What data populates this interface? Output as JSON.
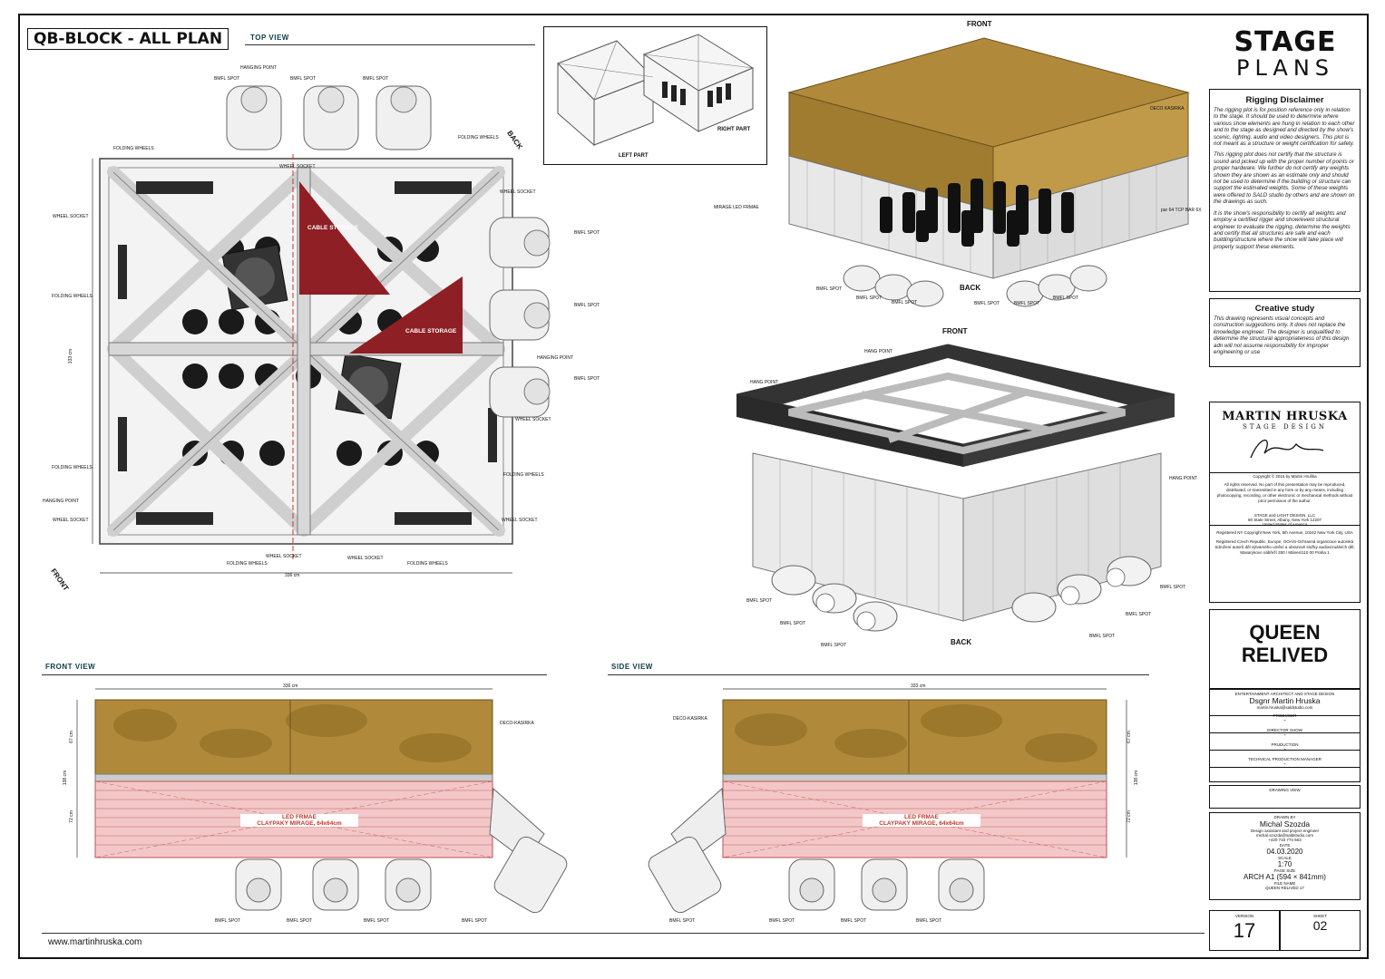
{
  "title": "QB-BLOCK - ALL PLAN",
  "views": {
    "top": "TOP VIEW",
    "front": "FRONT VIEW",
    "side": "SIDE VIEW"
  },
  "top_view_labels": {
    "bmfl_spot": "BMFL SPOT",
    "hanging_point": "HANGING POINT",
    "folding_wheels": "FOLDING WHEELS",
    "wheel_socket": "WHEEL SOCKET",
    "cable_storage": "CABLE STORAGE",
    "back": "BACK",
    "front": "FRONT",
    "dim_width": "336 cm",
    "dim_height": "333 cm"
  },
  "inset": {
    "left_part": "LEFT PART",
    "right_part": "RIGHT PART"
  },
  "iso_top": {
    "front": "FRONT",
    "back": "BACK",
    "deco_kasirka": "DECO KASIRKA",
    "mirage": "MIRAGE LED FRMAE",
    "par": "par 64 TCP BAR 6X",
    "bmfl": "BMFL SPOT"
  },
  "iso_bottom": {
    "front": "FRONT",
    "back": "BACK",
    "hang_point": "HANG POINT",
    "bmfl": "BMFL SPOT"
  },
  "elevations": {
    "dim_front": "336 cm",
    "dim_side": "333 cm",
    "deco": "DECO-KASIRKA",
    "led_line1": "LED FRMAE",
    "led_line2": "CLAYPAKY MIRAGE, 64x64cm",
    "bmfl": "BMFL SPOT",
    "h_total": "138 cm",
    "h_deco": "67 cm",
    "h_led": "72 cm"
  },
  "website": "www.martinhruska.com",
  "brand": {
    "line1": "STAGE",
    "line2": "PLANS"
  },
  "disclaimer": {
    "title": "Rigging Disclaimer",
    "p1": "The rigging plot is for position reference only in relation to the stage. It should be used to determine where various show elements are hung in relation to each other and to the stage as designed and directed by the show's scenic, lighting, audio and video designers. This plot is not meant as a structure or weight certification for safety.",
    "p2": "This rigging plot does not certify that the structure is sound and picked up with the proper number of points or proper hardware. We further do not certify any weights shown they are shown as an estimate only and should not be used to determine if the building or structure can support the estimated weights. Some of these weights were offered to SALD studio by others and are shown on the drawings as such.",
    "p3": "It is the show's responsibility to certify all weights and employ a certified rigger and show/event structural engineer to evaluate the rigging, determine the weights and certify that all structures are safe and each building/structure where the show will take place will properly support these elements."
  },
  "creative": {
    "title": "Creative study",
    "text": "This drawing represents visual concepts and construction suggestions only. It does not replace the knowledge engineer. The designer is unqualified to determine the structural appropriateness of this design adn will not assume responsibility for improper engineering or use"
  },
  "designer": {
    "name": "MARTIN HRUSKA",
    "sub": "STAGE DESIGN",
    "copyright": "Copyright © 2015 by Martin Hruška",
    "rights": "All rights reserved. No part of this presentation may be reproduced, distributed, or transmitted in any form or by any means, including photocopying, recording, or other electronic or mechanical methods without prior permisson of the author.",
    "company": "STAGE and LIGHT DESIGN, LLC",
    "address1": "80 State Street, Albany, New York 12207",
    "address2": "United States of America",
    "registered_ny": "Registered NY Copyright New York, 5th Avenue, 10242 New York City, USA",
    "registered_cz": "Registered Czech Republic, Europe, OOA/S-Ochranná organizace autorská Sdružení autorů děl výtvarného umění a obrazové složky audiovizuálních děl, Masarykovo nábřeží 250 / Mánes/110 00 Praha 1"
  },
  "project": {
    "line1": "QUEEN",
    "line2": "RELIVED"
  },
  "credits": {
    "role_label": "ENTERTAINMENT ARCHITECT AND STAGE DESIGN",
    "designer_name": "Dsgnr Martin Hruska",
    "designer_email": "martin.hruska@saldstudio.com",
    "producer_label": "PRODUCER",
    "producer": "-",
    "director_label": "DIRECTOR SHOW",
    "director": "-",
    "production_label": "PRUDUCTION",
    "production": "-",
    "tpm_label": "TECHNICAL PRODUCTION MANAGER",
    "tpm": "-",
    "drawing_view_label": "DRAWING VIEW",
    "drawn_by_label": "DRAWN BY",
    "drawn_by": "Michal Szozda",
    "drawn_role": "Design assistant and project engineer",
    "drawn_email": "michal.szozda@saldstudio.com",
    "drawn_phone": "+420 733 774 563",
    "date_label": "DATE",
    "date": "04.03.2020",
    "scale_label": "SCALE",
    "scale": "1:70",
    "page_size_label": "PAGE SIZE",
    "page_size": "ARCH A1 (594 × 841mm)",
    "file_name_label": "FILE NAME",
    "file_name": "QUEEN RELIVED 17",
    "version_label": "VERSION",
    "version": "17",
    "sheet_label": "SHEET",
    "sheet": "02"
  },
  "colors": {
    "gold": "#b08a3a",
    "cable_storage": "#8e1f24",
    "led_pink": "#f3c7c7",
    "frame_blue": "#2b3d8c"
  }
}
